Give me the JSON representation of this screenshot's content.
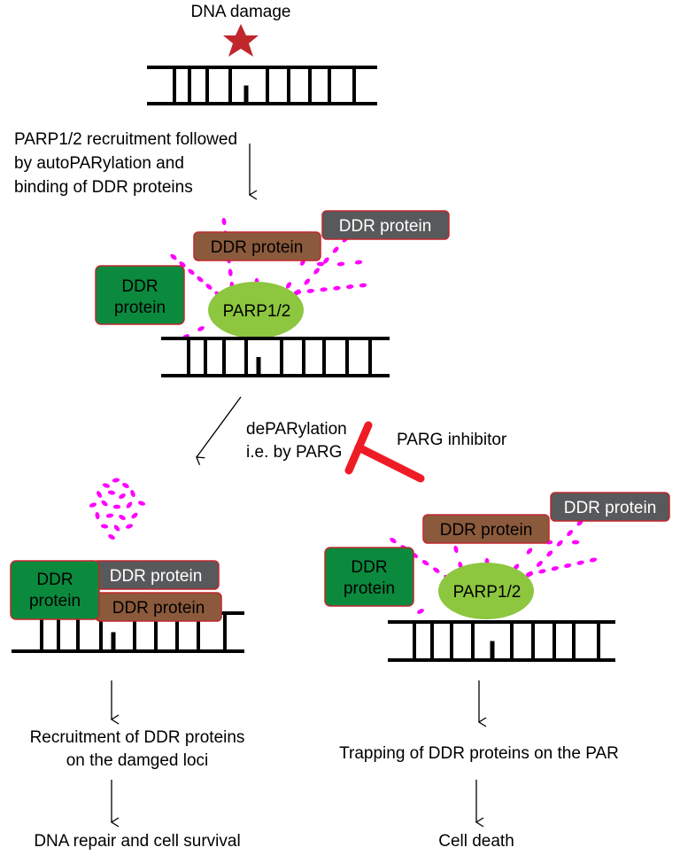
{
  "colors": {
    "star": "#c0272d",
    "par_chain": "#ff00ff",
    "parp": "#8dc63f",
    "box_green": "#0b8a3e",
    "box_brown": "#8b5a3c",
    "box_gray": "#58595b",
    "box_border": "#c1272d",
    "inhibitor": "#ee1c24",
    "dna": "#000000"
  },
  "top": {
    "damage_label": "DNA damage",
    "step1_lines": [
      "PARP1/2 recruitment followed",
      "by autoPARylation and",
      "binding of DDR proteins"
    ]
  },
  "complex": {
    "parp_label": "PARP1/2",
    "green_box_lines": [
      "DDR",
      "protein"
    ],
    "brown_box_label": "DDR protein",
    "gray_box_label": "DDR protein"
  },
  "middle": {
    "deparylation_lines": [
      "dePARylation",
      "i.e. by PARG"
    ],
    "inhibitor_label": "PARG inhibitor"
  },
  "left_branch": {
    "green_box_lines": [
      "DDR",
      "protein"
    ],
    "gray_box_label": "DDR protein",
    "brown_box_label": "DDR protein",
    "outcome_lines": [
      "Recruitment of DDR proteins",
      "on the damged loci"
    ],
    "final": "DNA repair and cell survival"
  },
  "right_branch": {
    "parp_label": "PARP1/2",
    "green_box_lines": [
      "DDR",
      "protein"
    ],
    "brown_box_label": "DDR protein",
    "gray_box_label": "DDR protein",
    "outcome": "Trapping of DDR proteins on the PAR",
    "final": "Cell death"
  }
}
